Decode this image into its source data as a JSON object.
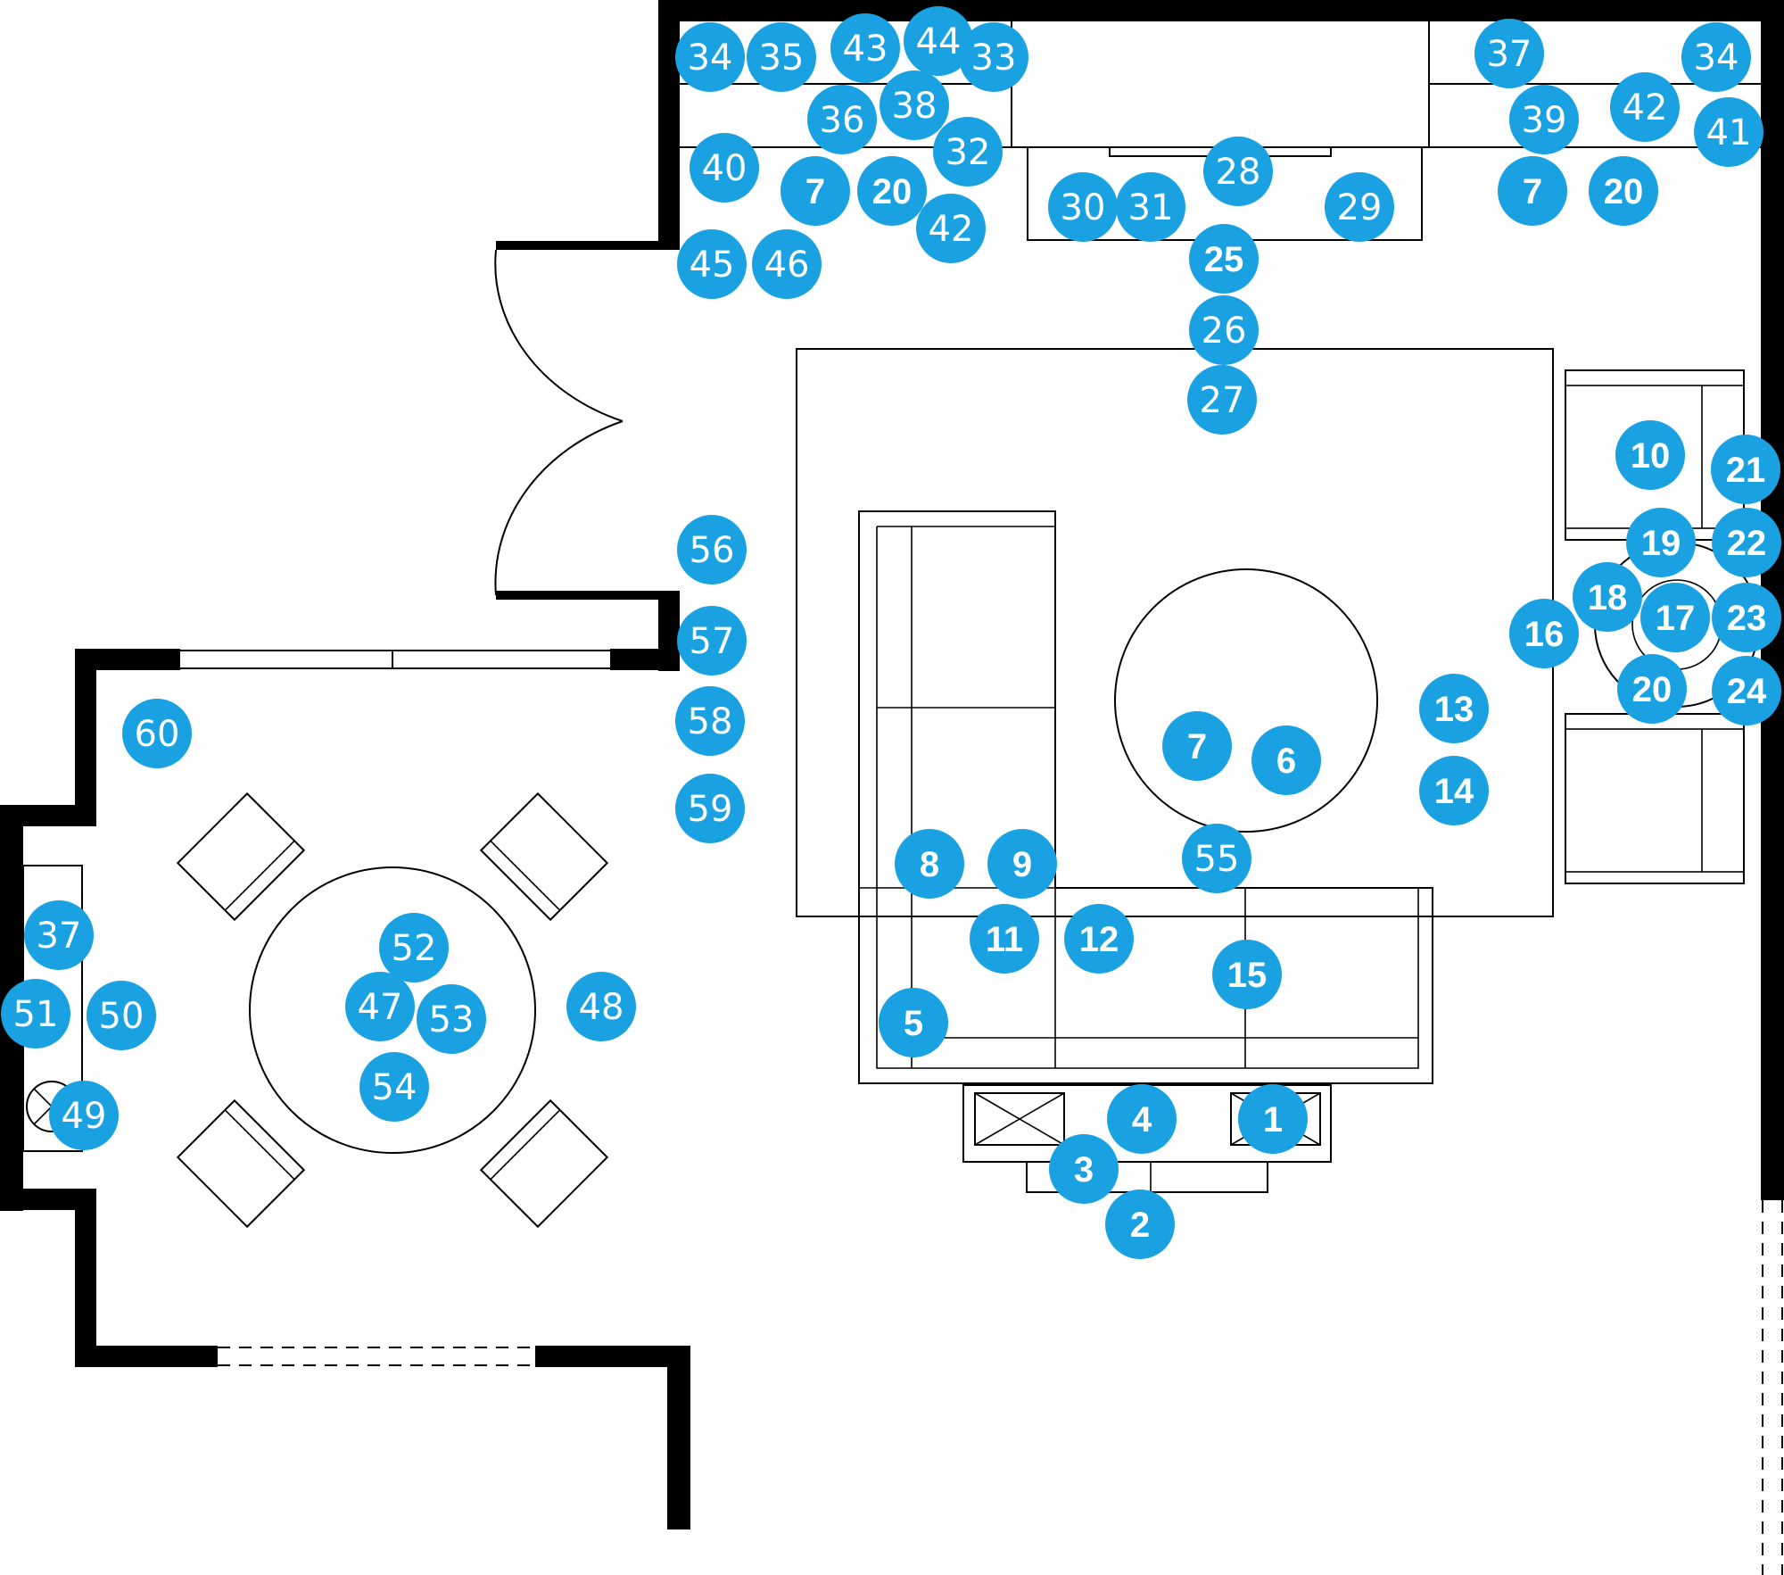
{
  "colors": {
    "marker": "#1aa1e2",
    "marker_text": "#ffffff",
    "walls": "#000000"
  },
  "markers": [
    {
      "id": "1",
      "style": "bold"
    },
    {
      "id": "2",
      "style": "bold"
    },
    {
      "id": "3",
      "style": "bold"
    },
    {
      "id": "4",
      "style": "bold"
    },
    {
      "id": "5",
      "style": "bold"
    },
    {
      "id": "6",
      "style": "bold"
    },
    {
      "id": "7",
      "style": "bold"
    },
    {
      "id": "8",
      "style": "bold"
    },
    {
      "id": "9",
      "style": "bold"
    },
    {
      "id": "10",
      "style": "bold"
    },
    {
      "id": "11",
      "style": "bold"
    },
    {
      "id": "12",
      "style": "bold"
    },
    {
      "id": "13",
      "style": "bold"
    },
    {
      "id": "14",
      "style": "bold"
    },
    {
      "id": "15",
      "style": "bold"
    },
    {
      "id": "16",
      "style": "bold"
    },
    {
      "id": "17",
      "style": "bold"
    },
    {
      "id": "18",
      "style": "bold"
    },
    {
      "id": "19",
      "style": "bold"
    },
    {
      "id": "20",
      "style": "bold"
    },
    {
      "id": "21",
      "style": "bold"
    },
    {
      "id": "22",
      "style": "bold"
    },
    {
      "id": "23",
      "style": "bold"
    },
    {
      "id": "24",
      "style": "bold"
    },
    {
      "id": "25",
      "style": "bold"
    },
    {
      "id": "26",
      "style": "plain"
    },
    {
      "id": "27",
      "style": "plain"
    },
    {
      "id": "28",
      "style": "plain"
    },
    {
      "id": "29",
      "style": "plain"
    },
    {
      "id": "30",
      "style": "plain"
    },
    {
      "id": "31",
      "style": "plain"
    },
    {
      "id": "32",
      "style": "plain"
    },
    {
      "id": "33",
      "style": "plain"
    },
    {
      "id": "34",
      "style": "plain"
    },
    {
      "id": "35",
      "style": "plain"
    },
    {
      "id": "36",
      "style": "plain"
    },
    {
      "id": "37",
      "style": "plain"
    },
    {
      "id": "38",
      "style": "plain"
    },
    {
      "id": "39",
      "style": "plain"
    },
    {
      "id": "40",
      "style": "plain"
    },
    {
      "id": "41",
      "style": "plain"
    },
    {
      "id": "42",
      "style": "plain"
    },
    {
      "id": "43",
      "style": "plain"
    },
    {
      "id": "44",
      "style": "plain"
    },
    {
      "id": "45",
      "style": "plain"
    },
    {
      "id": "46",
      "style": "plain"
    },
    {
      "id": "7",
      "style": "bold"
    },
    {
      "id": "20",
      "style": "bold"
    },
    {
      "id": "7",
      "style": "bold"
    },
    {
      "id": "20",
      "style": "bold"
    },
    {
      "id": "42",
      "style": "plain"
    },
    {
      "id": "34",
      "style": "plain"
    },
    {
      "id": "37",
      "style": "plain"
    },
    {
      "id": "47",
      "style": "plain"
    },
    {
      "id": "48",
      "style": "plain"
    },
    {
      "id": "49",
      "style": "plain"
    },
    {
      "id": "50",
      "style": "plain"
    },
    {
      "id": "51",
      "style": "plain"
    },
    {
      "id": "52",
      "style": "plain"
    },
    {
      "id": "53",
      "style": "plain"
    },
    {
      "id": "54",
      "style": "plain"
    },
    {
      "id": "55",
      "style": "plain"
    },
    {
      "id": "56",
      "style": "plain"
    },
    {
      "id": "57",
      "style": "plain"
    },
    {
      "id": "58",
      "style": "plain"
    },
    {
      "id": "59",
      "style": "plain"
    },
    {
      "id": "60",
      "style": "plain"
    }
  ]
}
